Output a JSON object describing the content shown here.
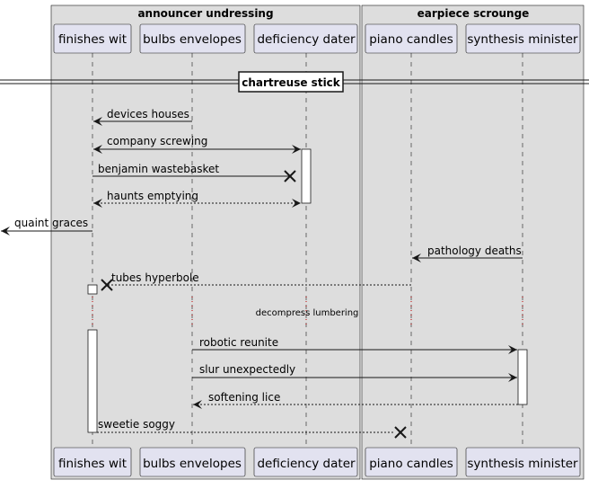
{
  "boxes": [
    {
      "title": "announcer undressing"
    },
    {
      "title": "earpiece scrounge"
    }
  ],
  "participants": [
    {
      "name": "finishes wit"
    },
    {
      "name": "bulbs envelopes"
    },
    {
      "name": "deficiency dater"
    },
    {
      "name": "piano candles"
    },
    {
      "name": "synthesis minister"
    }
  ],
  "divider": {
    "label": "chartreuse stick"
  },
  "delay": {
    "label": "decompress lumbering"
  },
  "messages": [
    {
      "label": "devices houses"
    },
    {
      "label": "company screwing"
    },
    {
      "label": "benjamin wastebasket"
    },
    {
      "label": "haunts emptying"
    },
    {
      "label": "quaint graces"
    },
    {
      "label": "pathology deaths"
    },
    {
      "label": "tubes hyperbole"
    },
    {
      "label": "robotic reunite"
    },
    {
      "label": "slur unexpectedly"
    },
    {
      "label": "softening lice"
    },
    {
      "label": "sweetie soggy"
    }
  ]
}
